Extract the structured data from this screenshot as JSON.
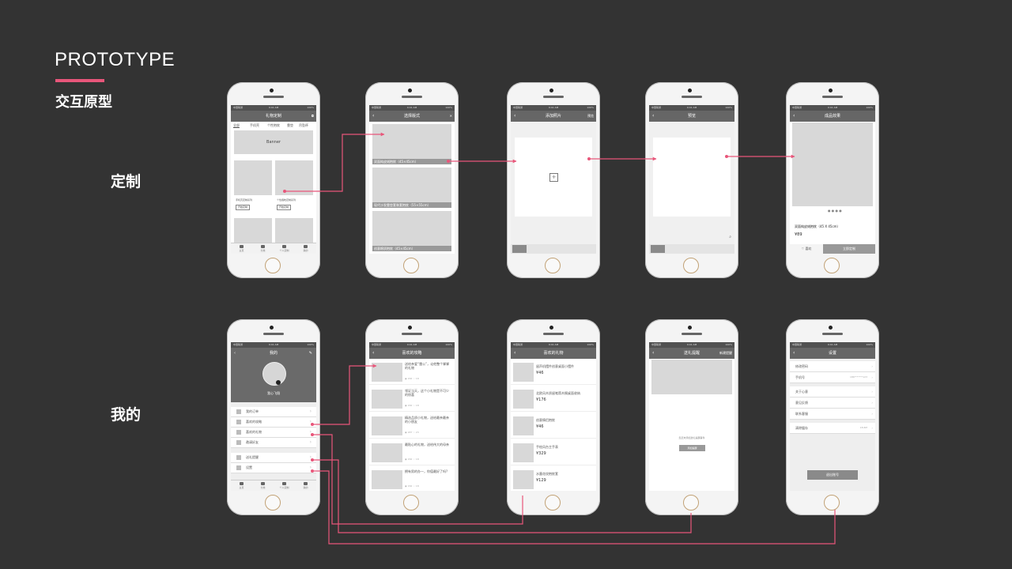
{
  "header": {
    "title": "PROTOTYPE",
    "subtitle": "交互原型"
  },
  "rows": {
    "customize": "定制",
    "mine": "我的"
  },
  "status": {
    "carrier": "中国联通",
    "time": "9:41 AM",
    "battery": "100%"
  },
  "screens": {
    "gift_custom": {
      "title": "礼物定制",
      "tabs": [
        "全部",
        "手机壳",
        "个性抱枕",
        "靠垫",
        "吊坠杯"
      ],
      "banner": "Banner",
      "cards": [
        {
          "label": "手机壳定制系列",
          "button": "开始定制"
        },
        {
          "label": "个性抱枕定制系列",
          "button": "开始定制"
        }
      ],
      "tabbar": [
        "主页",
        "分类",
        "个人定制",
        "我的"
      ]
    },
    "choose_template": {
      "title": "选择版式",
      "items": [
        "双面纯皮绒抱枕（45×45cm）",
        "现代沙发靠垫套装套抱枕（55×55cm）",
        "创意棉质抱枕（45×45cm）"
      ]
    },
    "add_photo": {
      "title": "添加照片",
      "action": "预览",
      "add_symbol": "+"
    },
    "preview": {
      "title": "预览"
    },
    "result": {
      "title": "成品效果",
      "product": "双面纯皮绒抱枕（45 X 45cm）",
      "price": "¥89",
      "fav": "喜欢",
      "buy": "立即定制"
    },
    "mine": {
      "title": "我的",
      "nickname": "我心飞翔",
      "menu": [
        "我的订单",
        "喜欢的攻略",
        "喜欢的礼物",
        "邀请好友",
        "送礼提醒",
        "设置"
      ],
      "tabbar": [
        "主页",
        "分类",
        "个人定制",
        "我的"
      ]
    },
    "liked_guides": {
      "title": "喜欢的攻略",
      "items": [
        {
          "title": "送给亲爱“雷公”，论他整个掌掌的礼物",
          "views": "156",
          "likes": "18"
        },
        {
          "title": "领证当天，这个小礼物是不可少的惊喜",
          "views": "156",
          "likes": "18"
        },
        {
          "title": "精选品质小礼物，送给最亲最亲的小朋友",
          "views": "187",
          "likes": "23"
        },
        {
          "title": "最贴心的礼物，送给伟大的母亲",
          "views": "156",
          "likes": "18"
        },
        {
          "title": "拥有男的办一，你值最好了吗?",
          "views": "156",
          "likes": "18"
        }
      ]
    },
    "liked_gifts": {
      "title": "喜欢的礼物",
      "items": [
        {
          "title": "留声机摆件创意桌面小摆件",
          "price": "¥46"
        },
        {
          "title": "北欧风木质留笔筒木搁桌面收纳",
          "price": "¥176"
        },
        {
          "title": "创意情侣抱枕",
          "price": "¥46"
        },
        {
          "title": "手绘风台主手表",
          "price": "¥329"
        },
        {
          "title": "水墨花纹抱枕套",
          "price": "¥129"
        }
      ]
    },
    "gift_reminder": {
      "title": "送礼提醒",
      "action": "新建提醒",
      "empty": "您还未添加送礼提醒事件",
      "button": "添加提醒"
    },
    "settings": {
      "title": "设置",
      "rows": [
        {
          "label": "修改密码",
          "value": ""
        },
        {
          "label": "手机号",
          "value": "186*******123"
        },
        {
          "label": "关于心意",
          "value": ""
        },
        {
          "label": "意见反馈",
          "value": ""
        },
        {
          "label": "联系客服",
          "value": ""
        },
        {
          "label": "清除缓存",
          "value": "18.6M"
        }
      ],
      "logout": "退出账号"
    }
  }
}
